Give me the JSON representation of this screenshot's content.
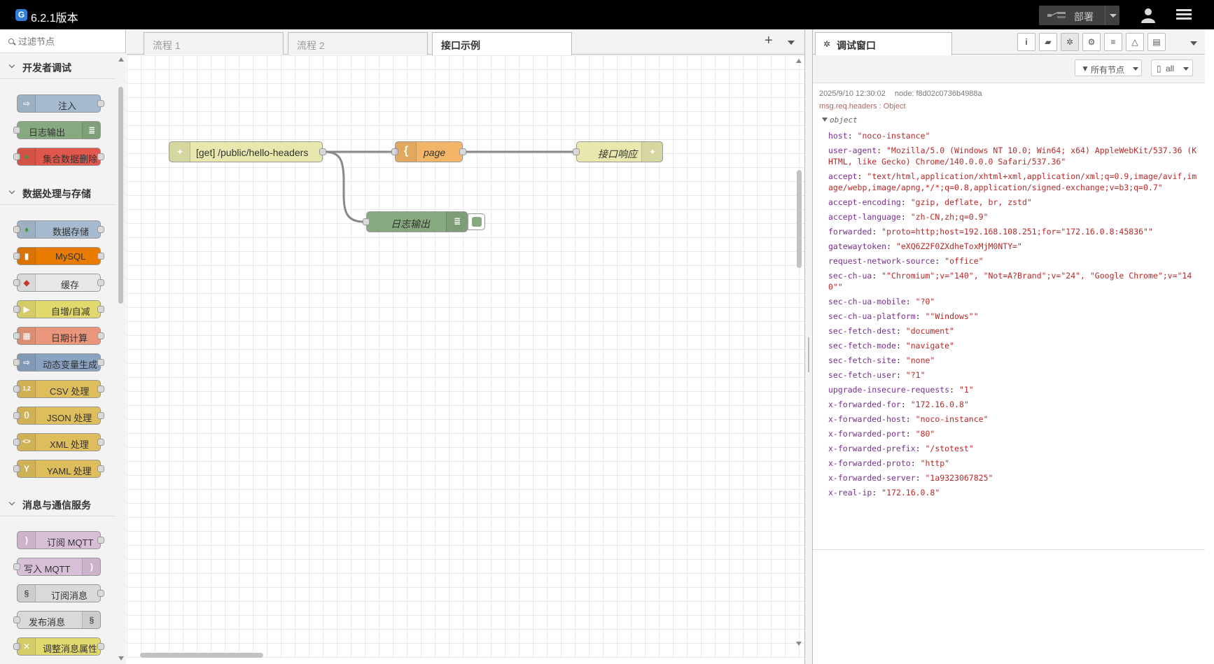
{
  "app": {
    "logo_letter": "G",
    "title": "6.2.1版本"
  },
  "header": {
    "deploy_label": "部署"
  },
  "palette": {
    "search_placeholder": "过滤节点",
    "categories": [
      {
        "label": "开发者调试"
      },
      {
        "label": "数据处理与存储"
      },
      {
        "label": "消息与通信服务"
      }
    ],
    "nodes": [
      {
        "label": "注入",
        "color": "#a6bbcf"
      },
      {
        "label": "日志输出",
        "color": "#87a980"
      },
      {
        "label": "集合数据删除",
        "color": "#e2574c"
      },
      {
        "label": "数据存储",
        "color": "#a6bbcf"
      },
      {
        "label": "MySQL",
        "color": "#e97b00"
      },
      {
        "label": "缓存",
        "color": "#e8e8e8"
      },
      {
        "label": "自增/自减",
        "color": "#e2d96e"
      },
      {
        "label": "日期计算",
        "color": "#e9967a"
      },
      {
        "label": "动态变量生成",
        "color": "#8aa3c2"
      },
      {
        "label": "CSV 处理",
        "color": "#debd5c"
      },
      {
        "label": "JSON 处理",
        "color": "#debd5c"
      },
      {
        "label": "XML 处理",
        "color": "#debd5c"
      },
      {
        "label": "YAML 处理",
        "color": "#debd5c"
      },
      {
        "label": "订阅 MQTT",
        "color": "#d8bfd8"
      },
      {
        "label": "写入 MQTT",
        "color": "#d8bfd8"
      },
      {
        "label": "订阅消息",
        "color": "#d9d9d9"
      },
      {
        "label": "发布消息",
        "color": "#d9d9d9"
      },
      {
        "label": "调整消息属性",
        "color": "#e2d96e"
      }
    ]
  },
  "workspace": {
    "tabs": [
      {
        "label": "流程 1"
      },
      {
        "label": "流程 2"
      },
      {
        "label": "接口示例"
      }
    ],
    "flow_nodes": [
      {
        "label": "[get] /public/hello-headers",
        "color": "#e7e7ae"
      },
      {
        "label": "page",
        "color": "#f3b567"
      },
      {
        "label": "接口响应",
        "color": "#e7e7ae"
      },
      {
        "label": "日志输出",
        "color": "#87a980"
      }
    ]
  },
  "sidebar": {
    "tab_label": "调试窗口",
    "filter_label": "所有节点",
    "clear_label": "all",
    "message": {
      "timestamp": "2025/9/10 12:30:02",
      "node": "node: f8d02c0736b4988a",
      "path": "msg.req.headers : Object",
      "toggle": "object",
      "props": [
        {
          "k": "host",
          "v": "\"noco-instance\""
        },
        {
          "k": "user-agent",
          "v": "\"Mozilla/5.0 (Windows NT 10.0; Win64; x64) AppleWebKit/537.36 (KHTML, like Gecko) Chrome/140.0.0.0 Safari/537.36\""
        },
        {
          "k": "accept",
          "v": "\"text/html,application/xhtml+xml,application/xml;q=0.9,image/avif,image/webp,image/apng,*/*;q=0.8,application/signed-exchange;v=b3;q=0.7\""
        },
        {
          "k": "accept-encoding",
          "v": "\"gzip, deflate, br, zstd\""
        },
        {
          "k": "accept-language",
          "v": "\"zh-CN,zh;q=0.9\""
        },
        {
          "k": "forwarded",
          "v": "\"proto=http;host=192.168.108.251;for=\"172.16.0.8:45836\"\""
        },
        {
          "k": "gatewaytoken",
          "v": "\"eXQ6Z2F0ZXdheToxMjM0NTY=\""
        },
        {
          "k": "request-network-source",
          "v": "\"office\""
        },
        {
          "k": "sec-ch-ua",
          "v": "\"\"Chromium\";v=\"140\", \"Not=A?Brand\";v=\"24\", \"Google Chrome\";v=\"140\"\""
        },
        {
          "k": "sec-ch-ua-mobile",
          "v": "\"?0\""
        },
        {
          "k": "sec-ch-ua-platform",
          "v": "\"\"Windows\"\""
        },
        {
          "k": "sec-fetch-dest",
          "v": "\"document\""
        },
        {
          "k": "sec-fetch-mode",
          "v": "\"navigate\""
        },
        {
          "k": "sec-fetch-site",
          "v": "\"none\""
        },
        {
          "k": "sec-fetch-user",
          "v": "\"?1\""
        },
        {
          "k": "upgrade-insecure-requests",
          "v": "\"1\""
        },
        {
          "k": "x-forwarded-for",
          "v": "\"172.16.0.8\""
        },
        {
          "k": "x-forwarded-host",
          "v": "\"noco-instance\""
        },
        {
          "k": "x-forwarded-port",
          "v": "\"80\""
        },
        {
          "k": "x-forwarded-prefix",
          "v": "\"/stotest\""
        },
        {
          "k": "x-forwarded-proto",
          "v": "\"http\""
        },
        {
          "k": "x-forwarded-server",
          "v": "\"1a9323067825\""
        },
        {
          "k": "x-real-ip",
          "v": "\"172.16.0.8\""
        }
      ]
    }
  }
}
